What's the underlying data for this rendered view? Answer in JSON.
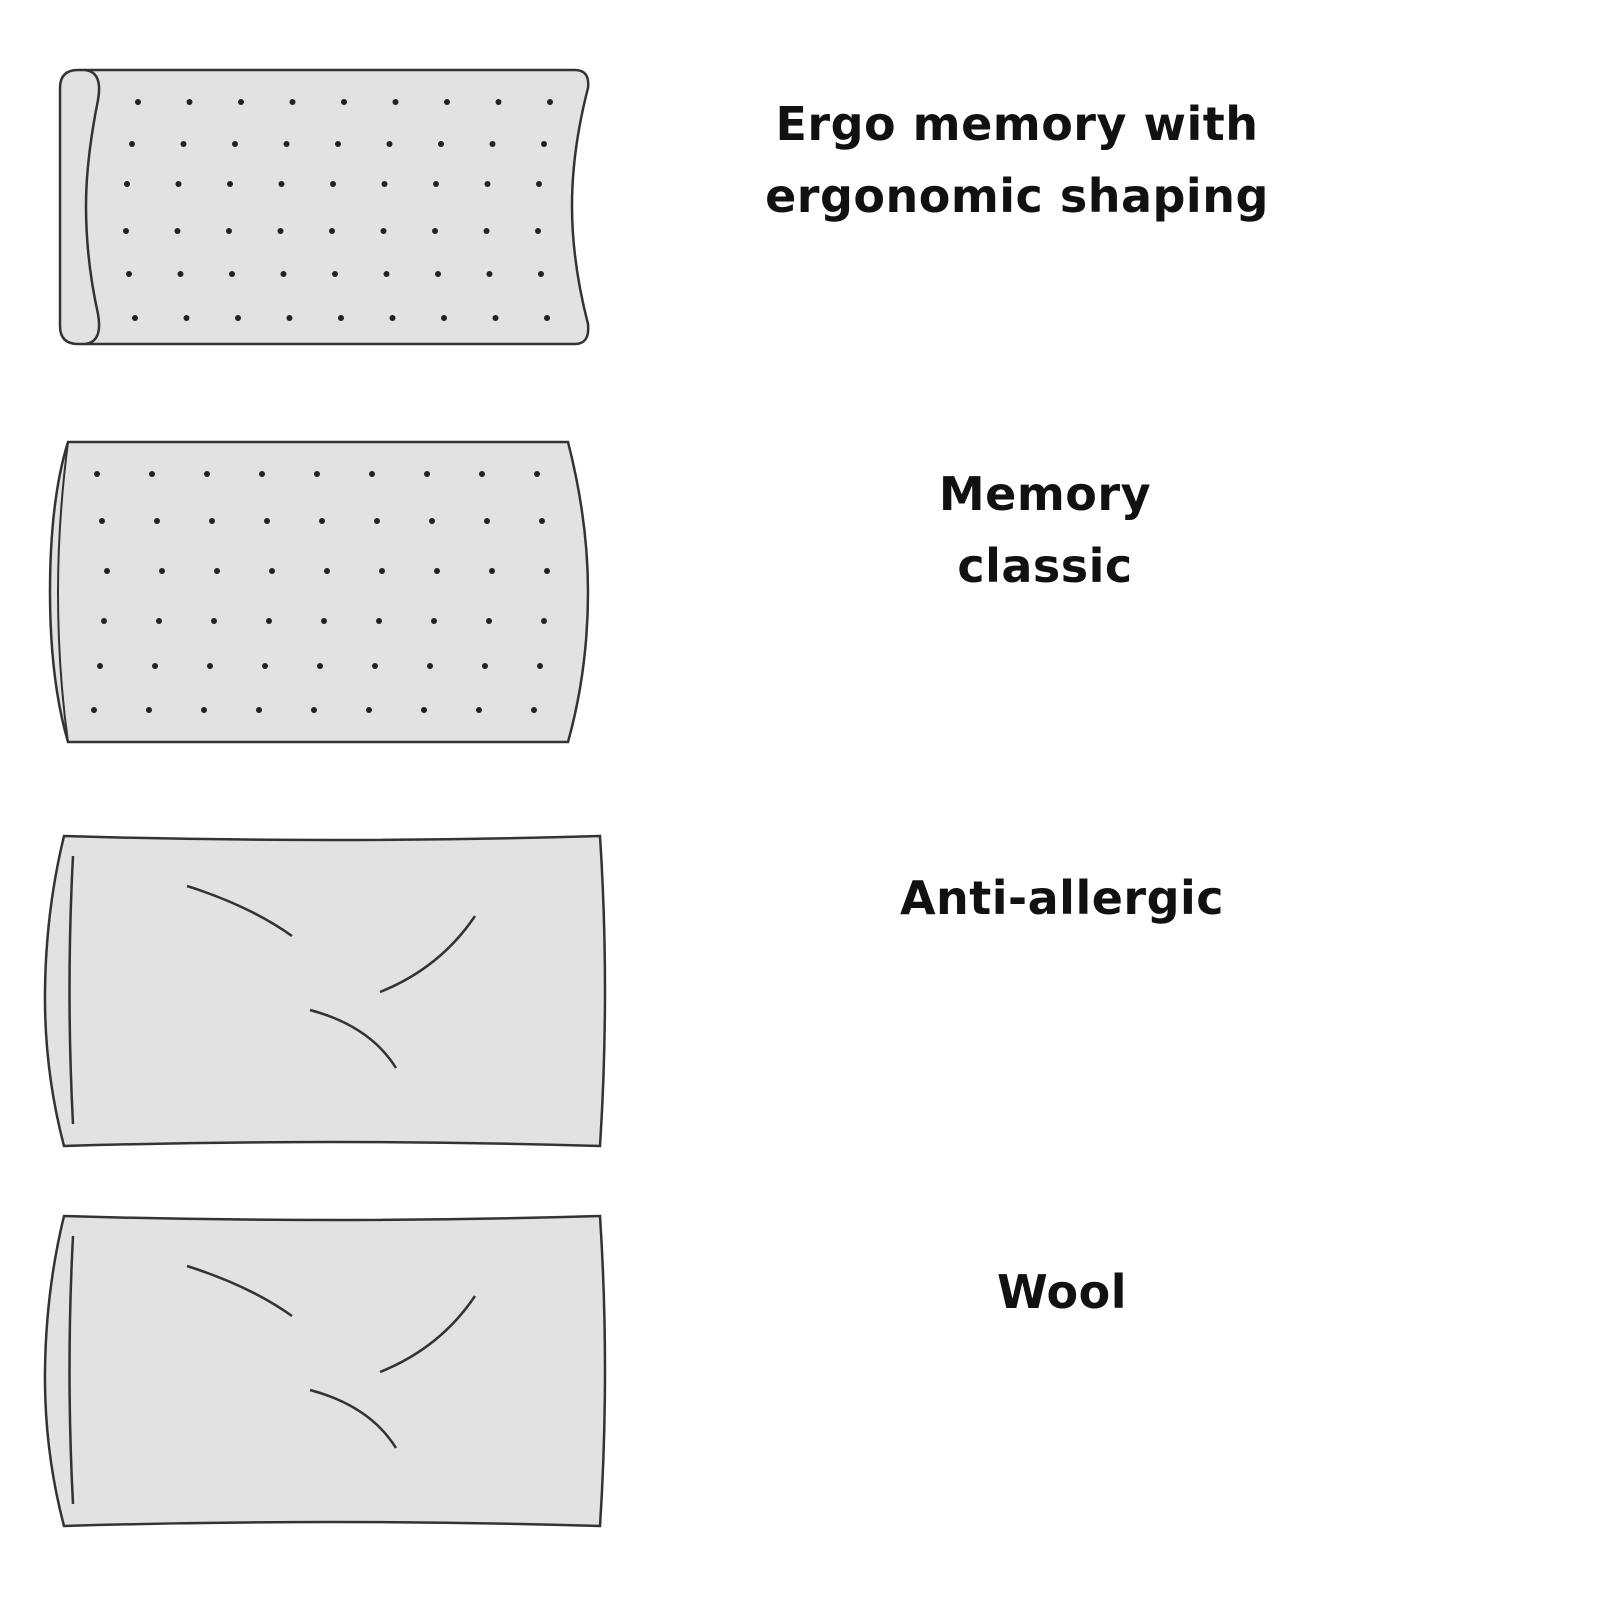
{
  "colors": {
    "fill": "#e2e2e2",
    "stroke": "#333333",
    "text": "#111111"
  },
  "pillows": [
    {
      "type": "ergo",
      "icon": "ergo-memory-pillow-icon",
      "label_lines": [
        "Ergo memory with",
        "ergonomic shaping"
      ]
    },
    {
      "type": "memory",
      "icon": "memory-classic-pillow-icon",
      "label_lines": [
        "Memory",
        "classic"
      ]
    },
    {
      "type": "soft",
      "icon": "anti-allergic-pillow-icon",
      "label_lines": [
        "Anti-allergic"
      ]
    },
    {
      "type": "soft",
      "icon": "wool-pillow-icon",
      "label_lines": [
        "Wool"
      ]
    }
  ]
}
